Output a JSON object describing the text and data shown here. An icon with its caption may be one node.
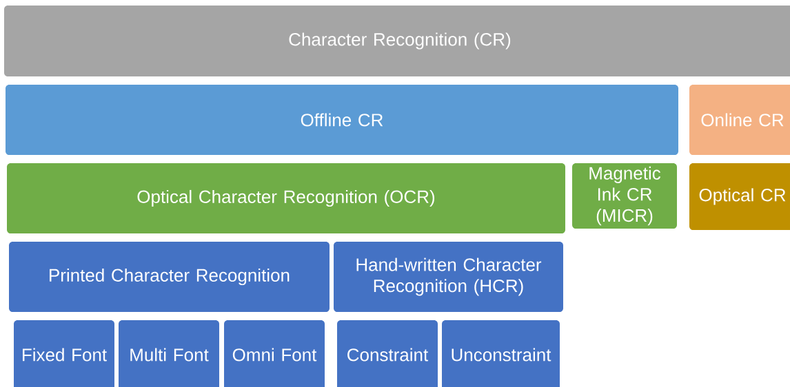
{
  "diagram": {
    "nodes": [
      {
        "text": [
          "Character Recognition (CR)"
        ]
      },
      {
        "text": [
          "Offline CR"
        ]
      },
      {
        "text": [
          "Online CR"
        ]
      },
      {
        "text": [
          "Optical Character Recognition (OCR)"
        ]
      },
      {
        "text": [
          "Magnetic Ink CR (MICR)"
        ]
      },
      {
        "text": [
          "Optical CR"
        ]
      },
      {
        "text": [
          "Printed Character Recognition"
        ]
      },
      {
        "text": [
          "Hand-written Character Recognition (HCR)"
        ]
      },
      {
        "text": [
          "Fixed Font"
        ]
      },
      {
        "text": [
          "Multi Font"
        ]
      },
      {
        "text": [
          "Omni Font"
        ]
      },
      {
        "text": [
          "Constraint"
        ]
      },
      {
        "text": [
          "Unconstraint"
        ]
      }
    ]
  }
}
